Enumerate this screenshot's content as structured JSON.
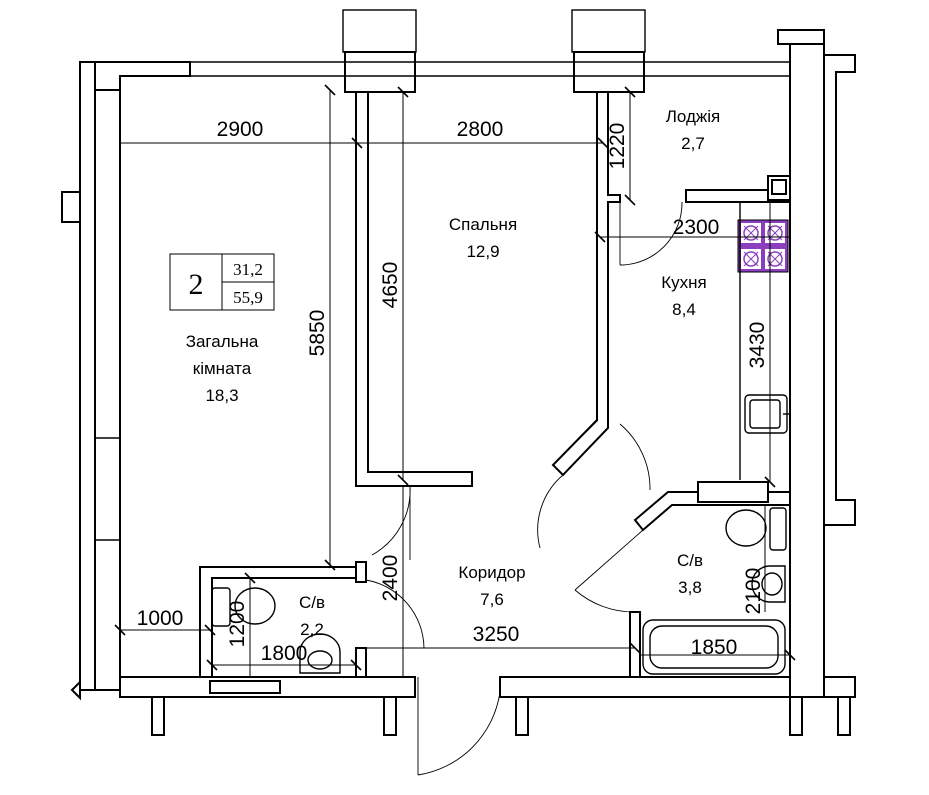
{
  "rooms": {
    "living_name_1": "Загальна",
    "living_name_2": "кімната",
    "living_area": "18,3",
    "bedroom_name": "Спальня",
    "bedroom_area": "12,9",
    "loggia_name": "Лоджія",
    "loggia_area": "2,7",
    "kitchen_name": "Кухня",
    "kitchen_area": "8,4",
    "corridor_name": "Коридор",
    "corridor_area": "7,6",
    "bath_left_name": "С/в",
    "bath_left_area": "2,2",
    "bath_right_name": "С/в",
    "bath_right_area": "3,8"
  },
  "summary": {
    "rooms_count": "2",
    "living_area": "31,2",
    "total_area": "55,9"
  },
  "dimensions": {
    "d2900": "2900",
    "d2800": "2800",
    "d1220": "1220",
    "d2300": "2300",
    "d4650": "4650",
    "d5850": "5850",
    "d3430": "3430",
    "d2400": "2400",
    "d1000": "1000",
    "d1200": "1200",
    "d1800": "1800",
    "d3250": "3250",
    "d2100": "2100",
    "d1850": "1850"
  },
  "colors": {
    "stove": "#8b3fbf",
    "walls": "#000000",
    "background": "#ffffff"
  }
}
